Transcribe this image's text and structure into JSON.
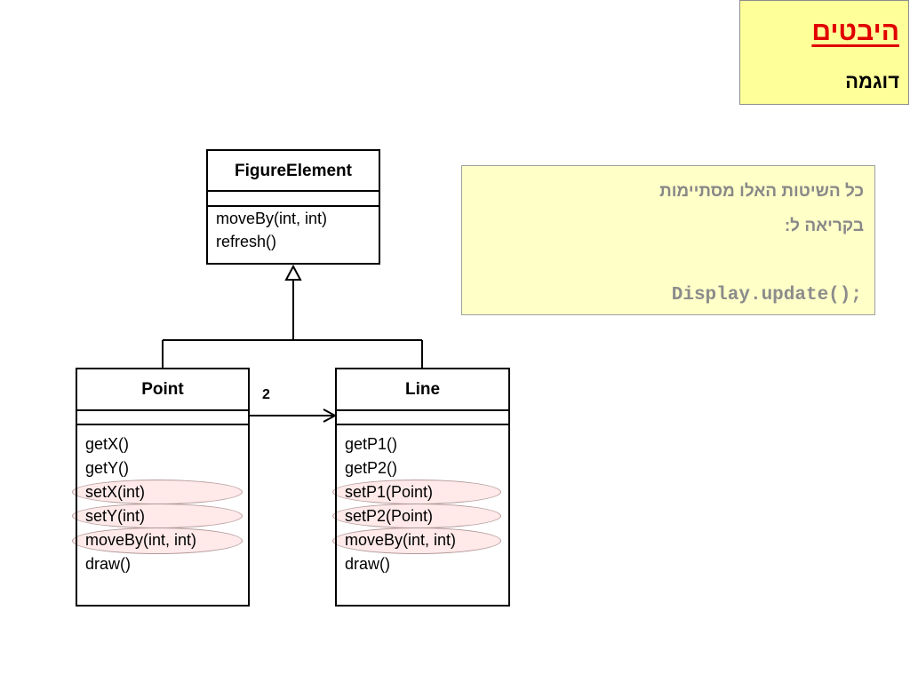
{
  "header": {
    "title": "היבטים",
    "subtitle": "דוגמה"
  },
  "note": {
    "line1": "כל השיטות האלו מסתיימות",
    "line2": "בקריאה ל:",
    "code": "Display.update();"
  },
  "diagram": {
    "figure_element": {
      "name": "FigureElement",
      "methods": [
        "moveBy(int, int)",
        "refresh()"
      ]
    },
    "point": {
      "name": "Point",
      "methods": [
        "getX()",
        "getY()",
        "setX(int)",
        "setY(int)",
        "moveBy(int, int)",
        "draw()"
      ]
    },
    "line": {
      "name": "Line",
      "methods": [
        "getP1()",
        "getP2()",
        "setP1(Point)",
        "setP2(Point)",
        "moveBy(int, int)",
        "draw()"
      ]
    },
    "association_multiplicity": "2",
    "highlighted_methods": [
      "setX(int)",
      "setY(int)",
      "moveBy(int, int)",
      "setP1(Point)",
      "setP2(Point)",
      "moveBy(int, int)"
    ]
  }
}
